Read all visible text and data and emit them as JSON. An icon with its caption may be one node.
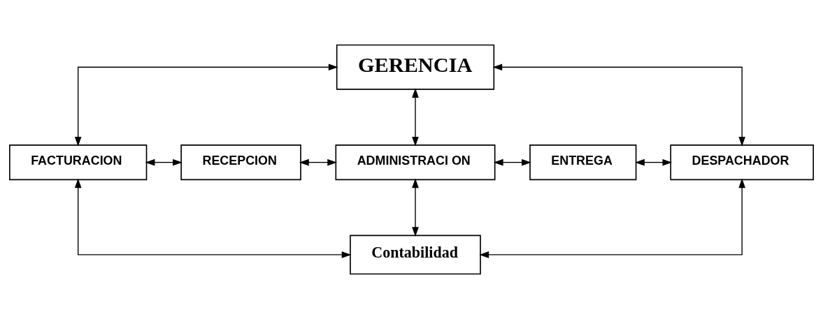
{
  "diagram": {
    "nodes": [
      {
        "text": [
          "GERENCIA"
        ]
      },
      {
        "text": [
          "FACTURACION"
        ]
      },
      {
        "text": [
          "RECEPCION"
        ]
      },
      {
        "text": [
          "ADMINISTRACI ON"
        ]
      },
      {
        "text": [
          "ENTREGA"
        ]
      },
      {
        "text": [
          "DESPACHADOR"
        ]
      },
      {
        "text": [
          "Contabilidad"
        ]
      }
    ],
    "edges": [
      {
        "from": 0,
        "to": 1,
        "arrow": "both"
      },
      {
        "from": 0,
        "to": 3,
        "arrow": "both"
      },
      {
        "from": 0,
        "to": 5,
        "arrow": "both"
      },
      {
        "from": 1,
        "to": 2,
        "arrow": "both"
      },
      {
        "from": 2,
        "to": 3,
        "arrow": "both"
      },
      {
        "from": 3,
        "to": 4,
        "arrow": "both"
      },
      {
        "from": 4,
        "to": 5,
        "arrow": "both"
      },
      {
        "from": 1,
        "to": 6,
        "arrow": "both"
      },
      {
        "from": 3,
        "to": 6,
        "arrow": "both"
      },
      {
        "from": 5,
        "to": 6,
        "arrow": "both"
      }
    ]
  }
}
